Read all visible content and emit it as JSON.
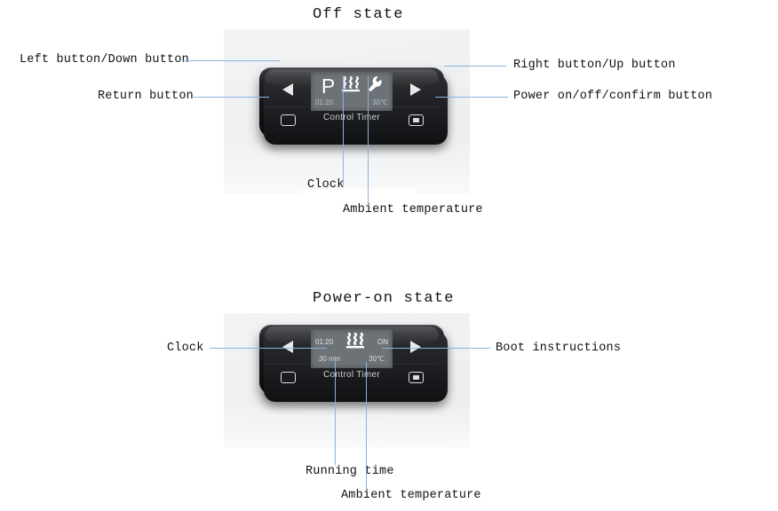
{
  "sections": [
    {
      "id": "off",
      "title": "Off state",
      "device": {
        "brand": "Control Timer",
        "keys": {
          "left_arrow": "left-arrow",
          "right_arrow": "right-arrow",
          "left_soft": "return-square",
          "right_soft": "power-square"
        },
        "screen": {
          "mode_glyph": "P",
          "heat_icon": "heat-waves-icon",
          "wrench_icon": "wrench-icon",
          "clock": "01:20",
          "temperature": "30℃"
        }
      },
      "callouts": {
        "left_button": "Left button/Down button",
        "return_button": "Return button",
        "right_button": "Right button/Up button",
        "power_button": "Power on/off/confirm button",
        "clock": "Clock",
        "ambient_temperature": "Ambient temperature"
      }
    },
    {
      "id": "on",
      "title": "Power-on state",
      "device": {
        "brand": "Control Timer",
        "keys": {
          "left_arrow": "left-arrow",
          "right_arrow": "right-arrow",
          "left_soft": "return-square",
          "right_soft": "power-square"
        },
        "screen": {
          "clock": "01:20",
          "heat_icon": "heat-waves-icon",
          "status": "ON",
          "running_time": "30 min",
          "temperature": "30℃"
        }
      },
      "callouts": {
        "clock": "Clock",
        "boot_instructions": "Boot instructions",
        "running_time": "Running time",
        "ambient_temperature": "Ambient temperature"
      }
    }
  ],
  "colors": {
    "leader_line": "#8ab4dd",
    "device_body": "#17181a",
    "lcd_background": "#6d7277",
    "lcd_text": "#ffffff",
    "panel_background": "#eef0f2"
  }
}
